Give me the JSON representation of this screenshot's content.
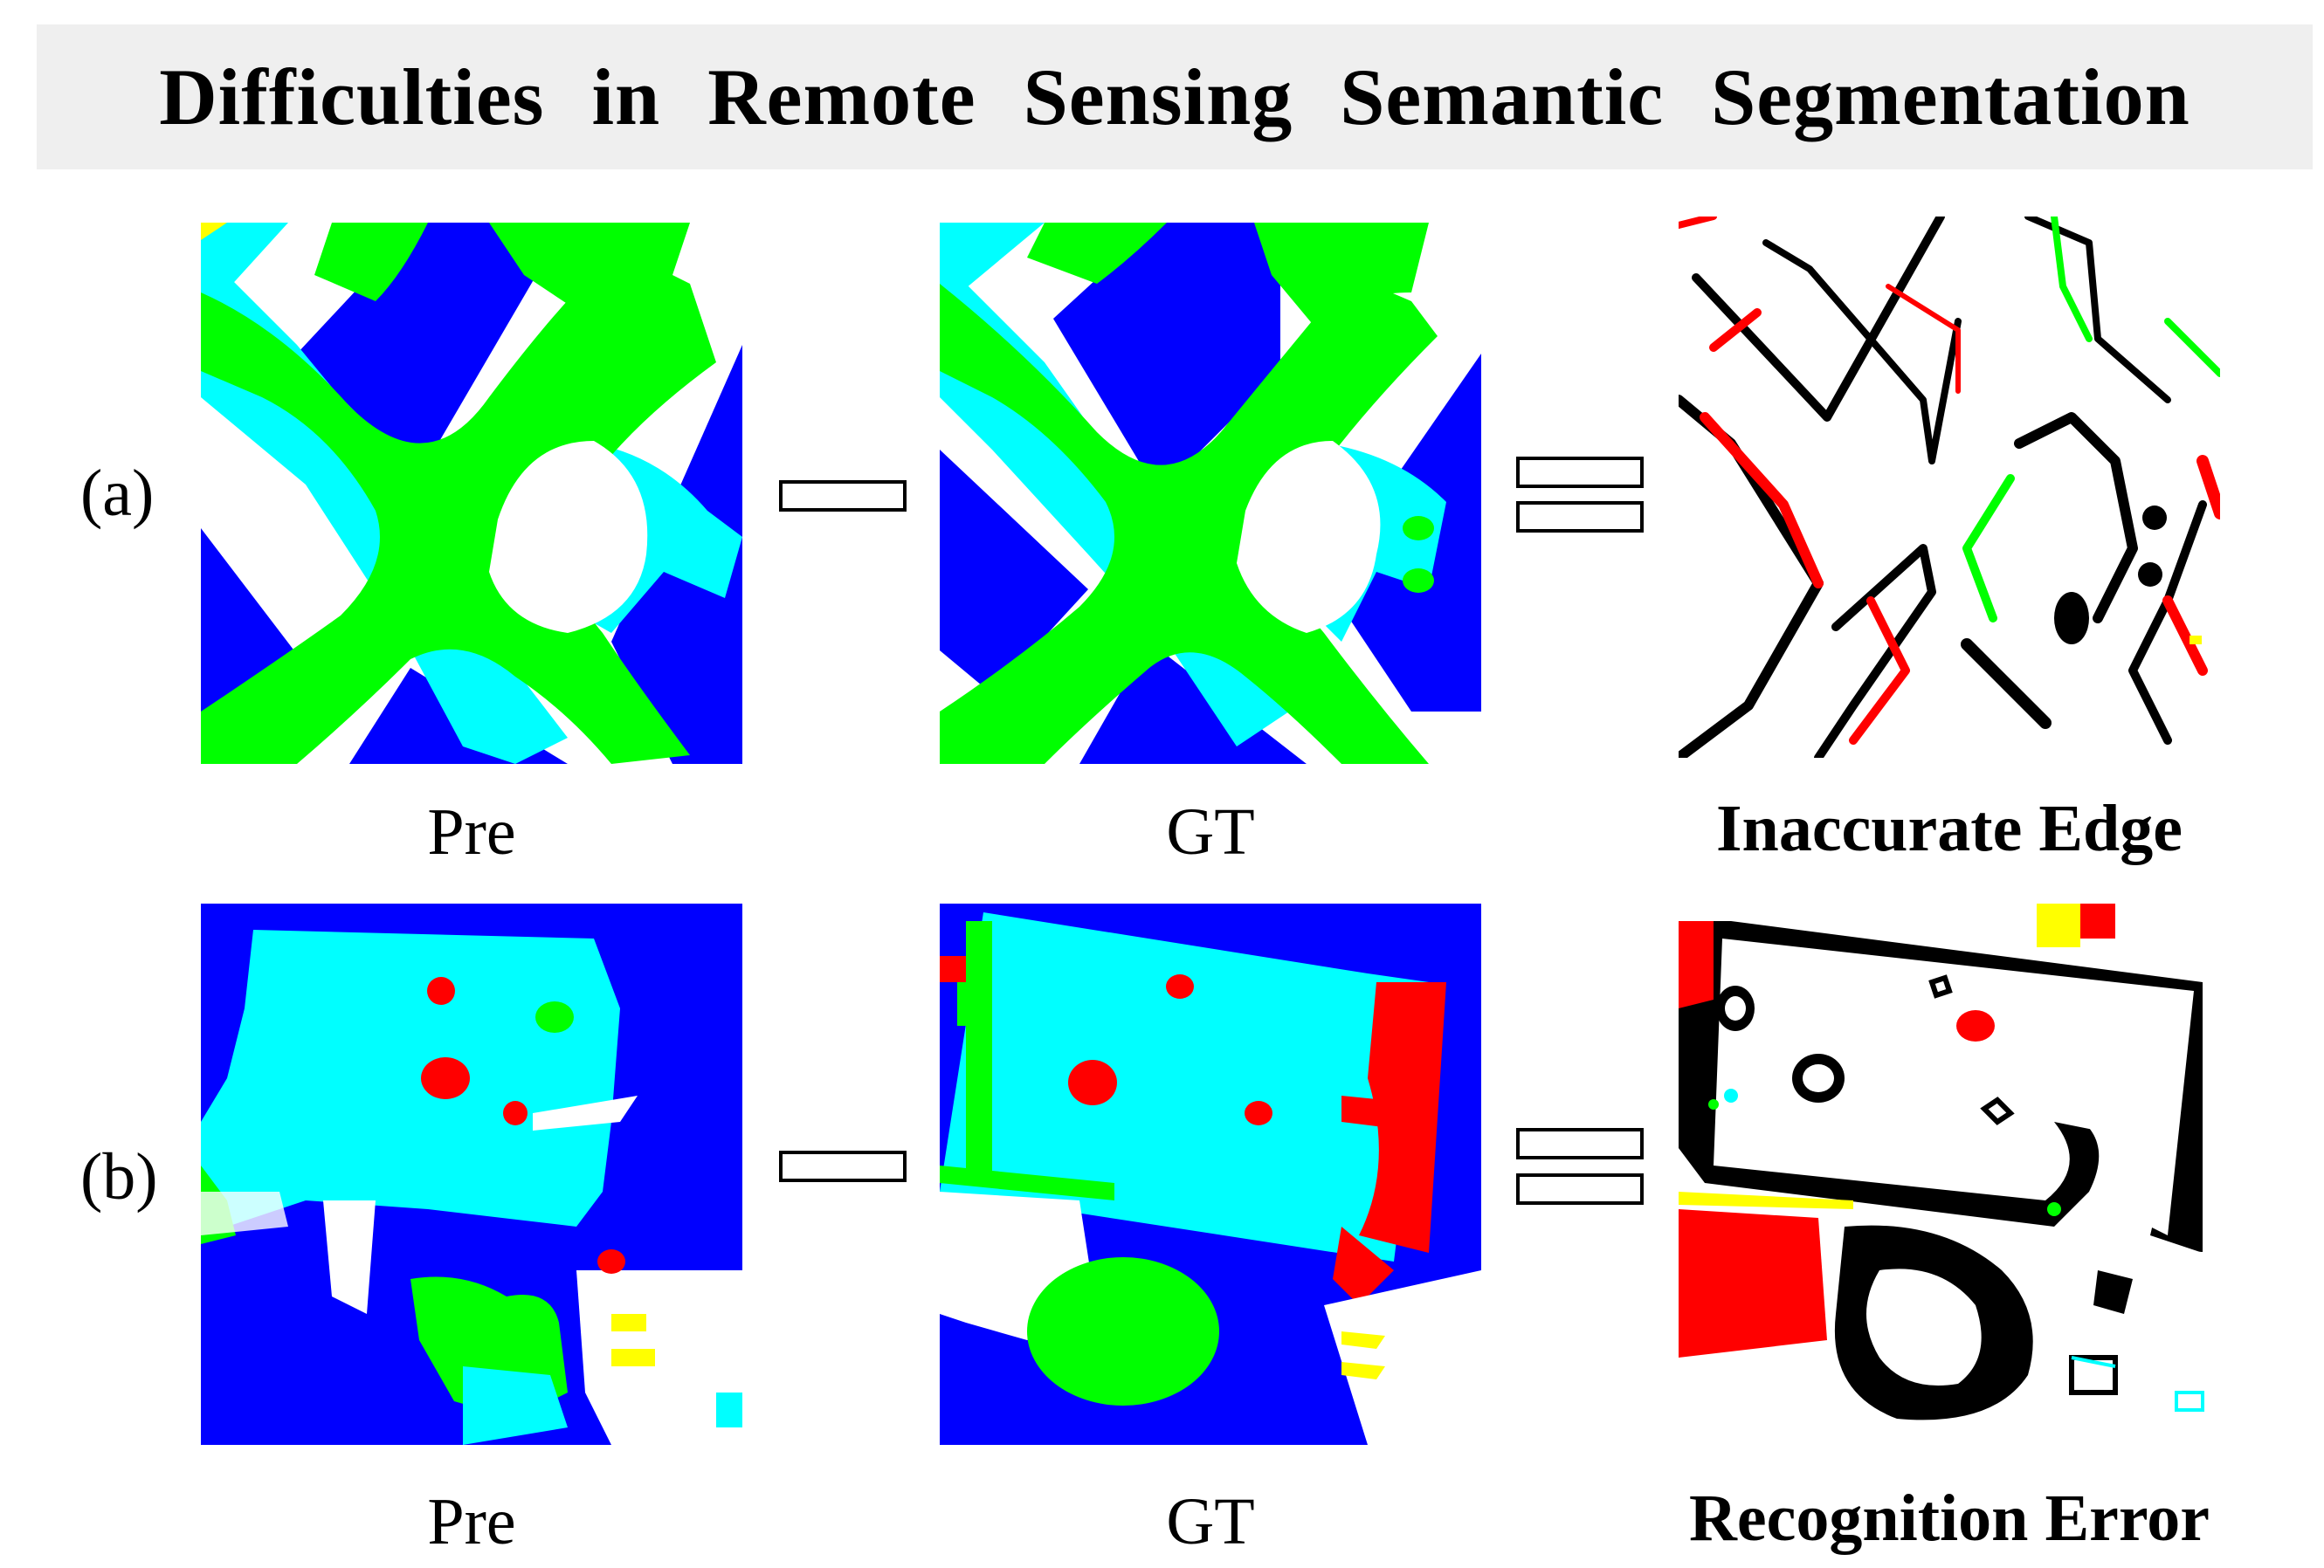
{
  "title": "Difficulties in Remote Sensing Semantic Segmentation",
  "rows": [
    {
      "label": "(a)",
      "captions": {
        "pre": "Pre",
        "gt": "GT",
        "result": "Inaccurate Edge"
      }
    },
    {
      "label": "(b)",
      "captions": {
        "pre": "Pre",
        "gt": "GT",
        "result": "Recognition Error"
      }
    }
  ],
  "colors": {
    "building": "#0000ff",
    "low_vegetation": "#00ffff",
    "tree": "#00ff00",
    "impervious_surface": "#ffffff",
    "clutter": "#ff0000",
    "car": "#ffff00",
    "error": "#000000",
    "banner": "#efefef"
  },
  "operators": [
    "minus-sign",
    "equals-sign"
  ]
}
